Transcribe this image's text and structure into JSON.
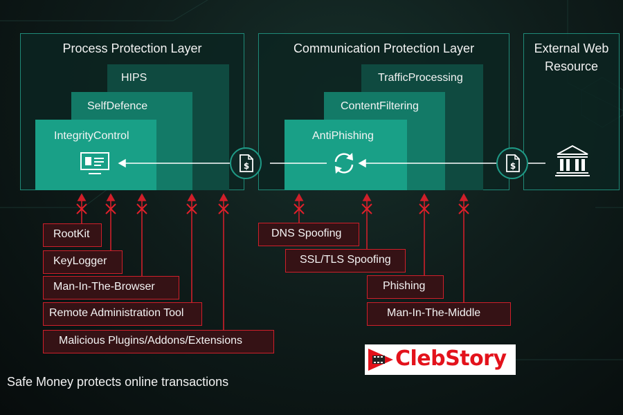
{
  "panels": {
    "process": {
      "title": "Process Protection Layer"
    },
    "communication": {
      "title": "Communication Protection Layer"
    },
    "external": {
      "title_line1": "External Web",
      "title_line2": "Resource"
    }
  },
  "layers": {
    "process": [
      "HIPS",
      "SelfDefence",
      "IntegrityControl"
    ],
    "communication": [
      "TrafficProcessing",
      "ContentFiltering",
      "AntiPhishing"
    ]
  },
  "threats": {
    "process": [
      "RootKit",
      "KeyLogger",
      "Man-In-The-Browser",
      "Remote Administration Tool",
      "Malicious Plugins/Addons/Extensions"
    ],
    "communication": [
      "DNS Spoofing",
      "SSL/TLS Spoofing",
      "Phishing",
      "Man-In-The-Middle"
    ]
  },
  "icons": {
    "integrity": "monitor-id-icon",
    "antiphishing": "refresh-icon",
    "document": "dollar-document-icon",
    "bank": "bank-icon",
    "block": "red-x-icon"
  },
  "colors": {
    "panel_border": "#1f8a78",
    "layer_dark": "#0f4a40",
    "layer_mid": "#137a67",
    "layer_bright": "#19a087",
    "threat": "#d01f2a"
  },
  "caption": "Safe Money protects online transactions",
  "logo": {
    "text": "ClebStory"
  }
}
